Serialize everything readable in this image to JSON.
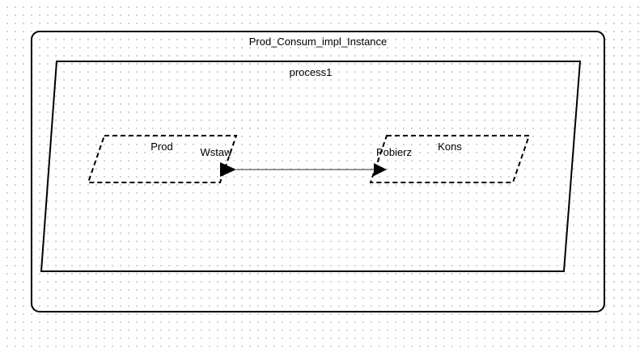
{
  "diagram": {
    "system_instance": {
      "label": "Prod_Consum_impl_Instance"
    },
    "process": {
      "label": "process1"
    },
    "threads": [
      {
        "id": "prod",
        "label": "Prod",
        "port_label": "Wstaw",
        "port_direction": "out"
      },
      {
        "id": "kons",
        "label": "Kons",
        "port_label": "Pobierz",
        "port_direction": "in"
      }
    ],
    "connections": [
      {
        "from": "prod.Wstaw",
        "to": "kons.Pobierz"
      }
    ],
    "colors": {
      "stroke": "#000000",
      "connection": "#555555",
      "grid_dot": "#c9c9c9",
      "background": "#ffffff"
    }
  }
}
